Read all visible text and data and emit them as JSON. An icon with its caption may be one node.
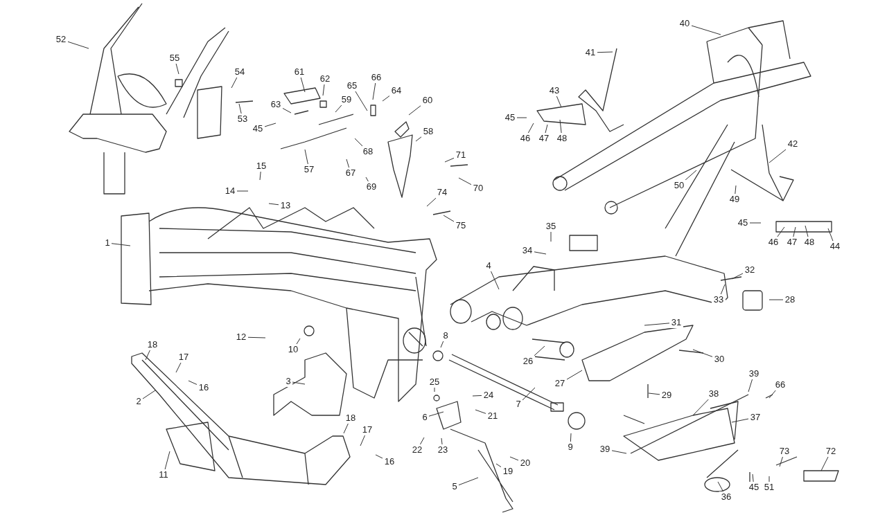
{
  "diagram": {
    "nodes": [
      {
        "text": [
          "52"
        ]
      },
      {
        "text": [
          "55"
        ]
      },
      {
        "text": [
          "54"
        ]
      },
      {
        "text": [
          "53"
        ]
      },
      {
        "text": [
          "61"
        ]
      },
      {
        "text": [
          "62"
        ]
      },
      {
        "text": [
          "63"
        ]
      },
      {
        "text": [
          "45"
        ]
      },
      {
        "text": [
          "59"
        ]
      },
      {
        "text": [
          "65"
        ]
      },
      {
        "text": [
          "66"
        ]
      },
      {
        "text": [
          "64"
        ]
      },
      {
        "text": [
          "60"
        ]
      },
      {
        "text": [
          "58"
        ]
      },
      {
        "text": [
          "68"
        ]
      },
      {
        "text": [
          "57"
        ]
      },
      {
        "text": [
          "67"
        ]
      },
      {
        "text": [
          "69"
        ]
      },
      {
        "text": [
          "71"
        ]
      },
      {
        "text": [
          "70"
        ]
      },
      {
        "text": [
          "74"
        ]
      },
      {
        "text": [
          "75"
        ]
      },
      {
        "text": [
          "15"
        ]
      },
      {
        "text": [
          "14"
        ]
      },
      {
        "text": [
          "13"
        ]
      },
      {
        "text": [
          "1"
        ]
      },
      {
        "text": [
          "12"
        ]
      },
      {
        "text": [
          "10"
        ]
      },
      {
        "text": [
          "3"
        ]
      },
      {
        "text": [
          "18"
        ]
      },
      {
        "text": [
          "17"
        ]
      },
      {
        "text": [
          "16"
        ]
      },
      {
        "text": [
          "2"
        ]
      },
      {
        "text": [
          "11"
        ]
      },
      {
        "text": [
          "18"
        ]
      },
      {
        "text": [
          "17"
        ]
      },
      {
        "text": [
          "16"
        ]
      },
      {
        "text": [
          "8"
        ]
      },
      {
        "text": [
          "7"
        ]
      },
      {
        "text": [
          "9"
        ]
      },
      {
        "text": [
          "25"
        ]
      },
      {
        "text": [
          "24"
        ]
      },
      {
        "text": [
          "6"
        ]
      },
      {
        "text": [
          "21"
        ]
      },
      {
        "text": [
          "22"
        ]
      },
      {
        "text": [
          "23"
        ]
      },
      {
        "text": [
          "20"
        ]
      },
      {
        "text": [
          "19"
        ]
      },
      {
        "text": [
          "5"
        ]
      },
      {
        "text": [
          "4"
        ]
      },
      {
        "text": [
          "26"
        ]
      },
      {
        "text": [
          "27"
        ]
      },
      {
        "text": [
          "31"
        ]
      },
      {
        "text": [
          "30"
        ]
      },
      {
        "text": [
          "29"
        ]
      },
      {
        "text": [
          "34"
        ]
      },
      {
        "text": [
          "35"
        ]
      },
      {
        "text": [
          "32"
        ]
      },
      {
        "text": [
          "33"
        ]
      },
      {
        "text": [
          "28"
        ]
      },
      {
        "text": [
          "40"
        ]
      },
      {
        "text": [
          "41"
        ]
      },
      {
        "text": [
          "43"
        ]
      },
      {
        "text": [
          "45"
        ]
      },
      {
        "text": [
          "46"
        ]
      },
      {
        "text": [
          "47"
        ]
      },
      {
        "text": [
          "48"
        ]
      },
      {
        "text": [
          "42"
        ]
      },
      {
        "text": [
          "50"
        ]
      },
      {
        "text": [
          "49"
        ]
      },
      {
        "text": [
          "45"
        ]
      },
      {
        "text": [
          "46"
        ]
      },
      {
        "text": [
          "47"
        ]
      },
      {
        "text": [
          "48"
        ]
      },
      {
        "text": [
          "44"
        ]
      },
      {
        "text": [
          "39"
        ]
      },
      {
        "text": [
          "66"
        ]
      },
      {
        "text": [
          "38"
        ]
      },
      {
        "text": [
          "37"
        ]
      },
      {
        "text": [
          "39"
        ]
      },
      {
        "text": [
          "73"
        ]
      },
      {
        "text": [
          "72"
        ]
      },
      {
        "text": [
          "45"
        ]
      },
      {
        "text": [
          "51"
        ]
      },
      {
        "text": [
          "36"
        ]
      }
    ],
    "edges": [
      {
        "from": 0,
        "to": null,
        "arrow": "none"
      },
      {
        "from": 1,
        "to": null,
        "arrow": "none"
      },
      {
        "from": 2,
        "to": null,
        "arrow": "none"
      },
      {
        "from": 3,
        "to": null,
        "arrow": "none"
      },
      {
        "from": 4,
        "to": null,
        "arrow": "none"
      },
      {
        "from": 5,
        "to": null,
        "arrow": "none"
      },
      {
        "from": 6,
        "to": null,
        "arrow": "none"
      },
      {
        "from": 7,
        "to": null,
        "arrow": "none"
      },
      {
        "from": 8,
        "to": null,
        "arrow": "none"
      },
      {
        "from": 9,
        "to": null,
        "arrow": "none"
      },
      {
        "from": 10,
        "to": null,
        "arrow": "none"
      },
      {
        "from": 11,
        "to": null,
        "arrow": "none"
      },
      {
        "from": 12,
        "to": null,
        "arrow": "none"
      },
      {
        "from": 13,
        "to": null,
        "arrow": "none"
      },
      {
        "from": 14,
        "to": null,
        "arrow": "none"
      },
      {
        "from": 15,
        "to": null,
        "arrow": "none"
      },
      {
        "from": 16,
        "to": null,
        "arrow": "none"
      },
      {
        "from": 17,
        "to": null,
        "arrow": "none"
      },
      {
        "from": 18,
        "to": null,
        "arrow": "none"
      },
      {
        "from": 19,
        "to": null,
        "arrow": "none"
      },
      {
        "from": 20,
        "to": null,
        "arrow": "none"
      },
      {
        "from": 21,
        "to": null,
        "arrow": "none"
      },
      {
        "from": 22,
        "to": null,
        "arrow": "none"
      },
      {
        "from": 23,
        "to": null,
        "arrow": "none"
      },
      {
        "from": 24,
        "to": null,
        "arrow": "none"
      },
      {
        "from": 25,
        "to": null,
        "arrow": "none"
      },
      {
        "from": 26,
        "to": null,
        "arrow": "none"
      },
      {
        "from": 27,
        "to": null,
        "arrow": "none"
      },
      {
        "from": 28,
        "to": null,
        "arrow": "none"
      },
      {
        "from": 29,
        "to": null,
        "arrow": "none"
      },
      {
        "from": 30,
        "to": null,
        "arrow": "none"
      },
      {
        "from": 31,
        "to": null,
        "arrow": "none"
      },
      {
        "from": 32,
        "to": null,
        "arrow": "none"
      },
      {
        "from": 33,
        "to": null,
        "arrow": "none"
      },
      {
        "from": 34,
        "to": null,
        "arrow": "none"
      },
      {
        "from": 35,
        "to": null,
        "arrow": "none"
      },
      {
        "from": 36,
        "to": null,
        "arrow": "none"
      },
      {
        "from": 37,
        "to": null,
        "arrow": "none"
      },
      {
        "from": 38,
        "to": null,
        "arrow": "none"
      },
      {
        "from": 39,
        "to": null,
        "arrow": "none"
      },
      {
        "from": 40,
        "to": null,
        "arrow": "none"
      },
      {
        "from": 41,
        "to": null,
        "arrow": "none"
      },
      {
        "from": 42,
        "to": null,
        "arrow": "none"
      },
      {
        "from": 43,
        "to": null,
        "arrow": "none"
      },
      {
        "from": 44,
        "to": null,
        "arrow": "none"
      },
      {
        "from": 45,
        "to": null,
        "arrow": "none"
      },
      {
        "from": 46,
        "to": null,
        "arrow": "none"
      },
      {
        "from": 47,
        "to": null,
        "arrow": "none"
      },
      {
        "from": 48,
        "to": null,
        "arrow": "none"
      },
      {
        "from": 49,
        "to": null,
        "arrow": "none"
      },
      {
        "from": 50,
        "to": null,
        "arrow": "none"
      },
      {
        "from": 51,
        "to": null,
        "arrow": "none"
      },
      {
        "from": 52,
        "to": null,
        "arrow": "none"
      },
      {
        "from": 53,
        "to": null,
        "arrow": "none"
      },
      {
        "from": 54,
        "to": null,
        "arrow": "none"
      },
      {
        "from": 55,
        "to": null,
        "arrow": "none"
      },
      {
        "from": 56,
        "to": null,
        "arrow": "none"
      },
      {
        "from": 57,
        "to": null,
        "arrow": "none"
      },
      {
        "from": 58,
        "to": null,
        "arrow": "none"
      },
      {
        "from": 59,
        "to": null,
        "arrow": "none"
      },
      {
        "from": 60,
        "to": null,
        "arrow": "none"
      },
      {
        "from": 61,
        "to": null,
        "arrow": "none"
      },
      {
        "from": 62,
        "to": null,
        "arrow": "none"
      },
      {
        "from": 63,
        "to": null,
        "arrow": "none"
      },
      {
        "from": 64,
        "to": null,
        "arrow": "none"
      },
      {
        "from": 65,
        "to": null,
        "arrow": "none"
      },
      {
        "from": 66,
        "to": null,
        "arrow": "none"
      },
      {
        "from": 67,
        "to": null,
        "arrow": "none"
      },
      {
        "from": 68,
        "to": null,
        "arrow": "none"
      },
      {
        "from": 69,
        "to": null,
        "arrow": "none"
      },
      {
        "from": 70,
        "to": null,
        "arrow": "none"
      },
      {
        "from": 71,
        "to": null,
        "arrow": "none"
      },
      {
        "from": 72,
        "to": null,
        "arrow": "none"
      },
      {
        "from": 73,
        "to": null,
        "arrow": "none"
      },
      {
        "from": 74,
        "to": null,
        "arrow": "none"
      },
      {
        "from": 75,
        "to": null,
        "arrow": "none"
      },
      {
        "from": 76,
        "to": null,
        "arrow": "none"
      },
      {
        "from": 77,
        "to": null,
        "arrow": "none"
      },
      {
        "from": 78,
        "to": null,
        "arrow": "none"
      },
      {
        "from": 79,
        "to": null,
        "arrow": "none"
      },
      {
        "from": 80,
        "to": null,
        "arrow": "none"
      },
      {
        "from": 81,
        "to": null,
        "arrow": "none"
      },
      {
        "from": 82,
        "to": null,
        "arrow": "none"
      },
      {
        "from": 83,
        "to": null,
        "arrow": "none"
      },
      {
        "from": 84,
        "to": null,
        "arrow": "none"
      }
    ]
  }
}
